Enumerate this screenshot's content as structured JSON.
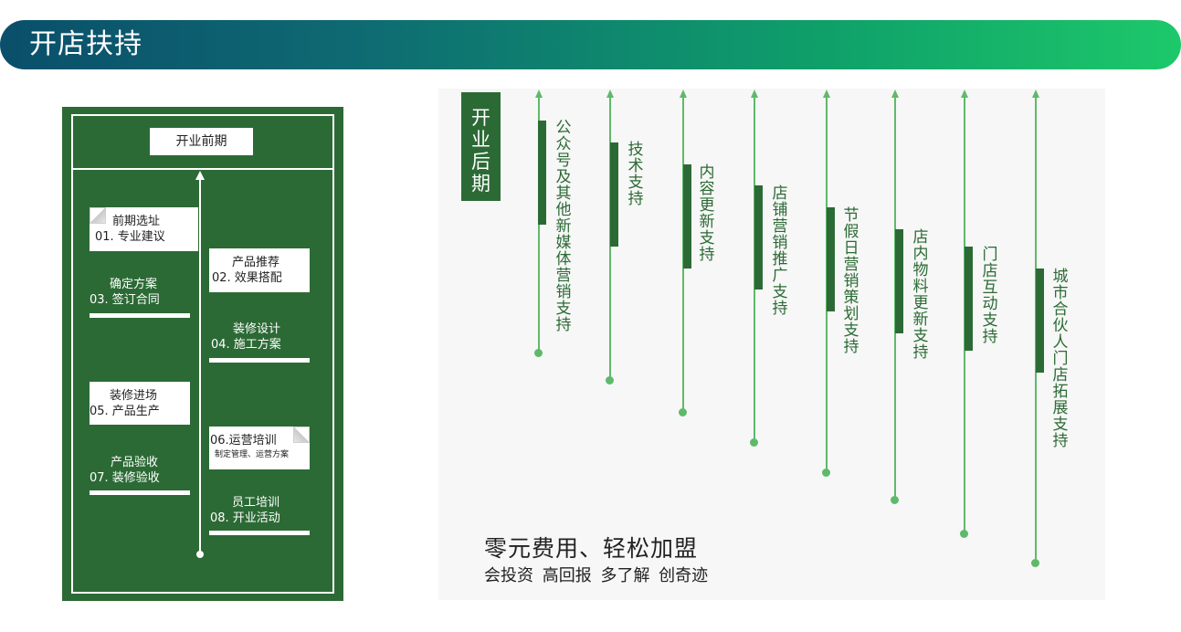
{
  "header": {
    "title": "开店扶持"
  },
  "pre_open": {
    "title": "开业前期",
    "steps": [
      {
        "line1": "前期选址",
        "line2": "01. 专业建议"
      },
      {
        "line1": "产品推荐",
        "line2": "02. 效果搭配"
      },
      {
        "line1": "确定方案",
        "line2": "03. 签订合同"
      },
      {
        "line1": "装修设计",
        "line2": "04. 施工方案"
      },
      {
        "line1": "装修进场",
        "line2": "05. 产品生产"
      },
      {
        "line1": "06.运营培训",
        "line2": "制定管理、运营方案"
      },
      {
        "line1": "产品验收",
        "line2": "07. 装修验收"
      },
      {
        "line1": "员工培训",
        "line2": "08. 开业活动"
      }
    ]
  },
  "post_open": {
    "title": "开业后期",
    "items": [
      "公众号及其他新媒体营销支持",
      "技术支持",
      "内容更新支持",
      "店铺营销推广支持",
      "节假日营销策划支持",
      "店内物料更新支持",
      "门店互动支持",
      "城市合伙人门店拓展支持"
    ]
  },
  "slogan": {
    "line1": "零元费用、轻松加盟",
    "line2": "会投资 高回报 多了解 创奇迹"
  },
  "colors": {
    "board_green": "#2c6a35",
    "line_green": "#5fb96a",
    "banner_start": "#0a4f6b",
    "banner_end": "#1dc86a"
  }
}
